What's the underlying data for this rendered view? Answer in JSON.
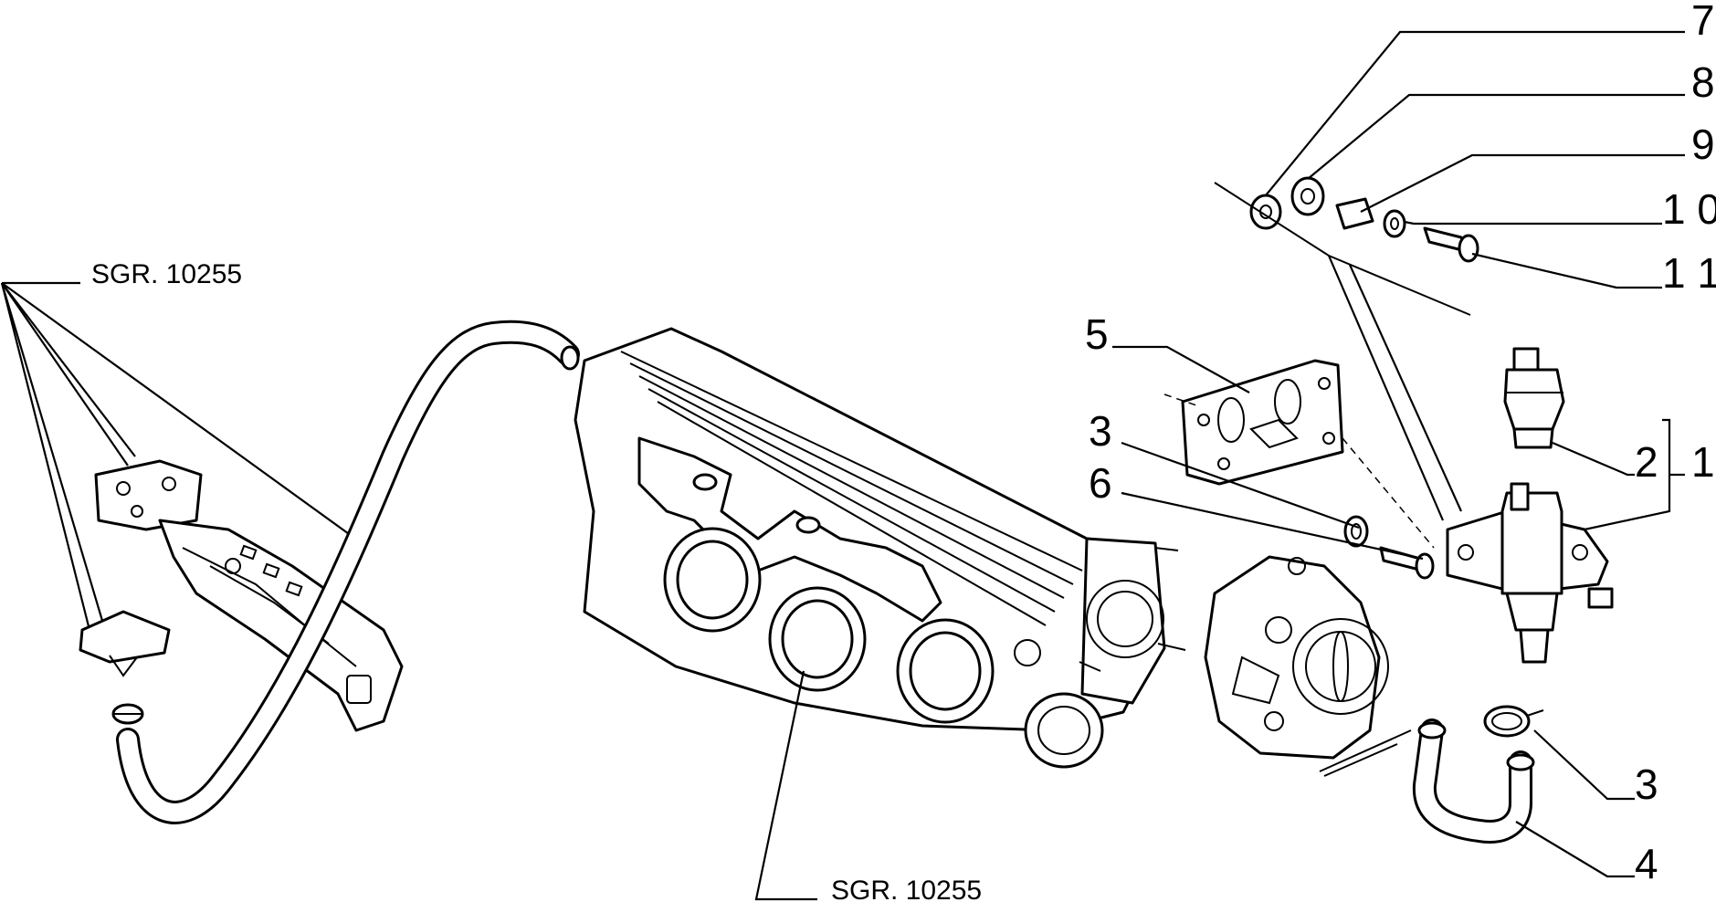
{
  "diagram": {
    "references": [
      {
        "id": "ref-left",
        "text": "SGR. 10255"
      },
      {
        "id": "ref-bottom",
        "text": "SGR. 10255"
      }
    ],
    "callouts": [
      {
        "id": "7",
        "text": "7"
      },
      {
        "id": "8",
        "text": "8"
      },
      {
        "id": "9",
        "text": "9"
      },
      {
        "id": "10",
        "text": "1 0"
      },
      {
        "id": "11",
        "text": "1 1"
      },
      {
        "id": "5",
        "text": "5"
      },
      {
        "id": "3a",
        "text": "3"
      },
      {
        "id": "6",
        "text": "6"
      },
      {
        "id": "2",
        "text": "2"
      },
      {
        "id": "1",
        "text": "1"
      },
      {
        "id": "3b",
        "text": "3"
      },
      {
        "id": "4",
        "text": "4"
      }
    ]
  }
}
